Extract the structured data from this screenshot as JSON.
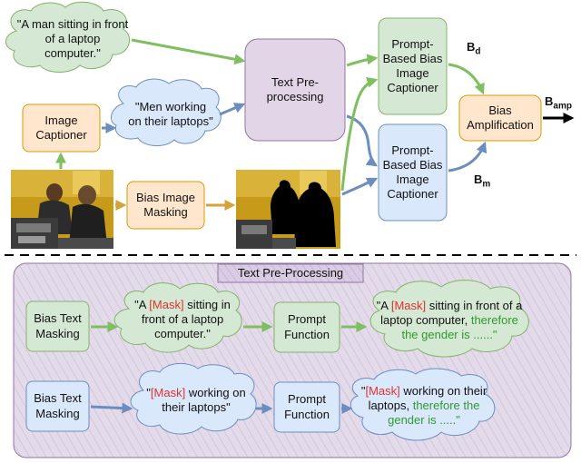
{
  "top": {
    "cloud_caption": "\"A man sitting in front of a laptop computer.\"",
    "cloud_men": "\"Men working on their laptops\"",
    "image_captioner": "Image Captioner",
    "bias_image_masking": "Bias Image Masking",
    "text_preprocessing": "Text Pre-processing",
    "prompt_captioner_1": "Prompt-Based Bias Image Captioner",
    "prompt_captioner_2": "Prompt-Based Bias Image Captioner",
    "bias_amplification": "Bias Amplification",
    "b_d": {
      "base": "B",
      "sub": "d"
    },
    "b_m": {
      "base": "B",
      "sub": "m"
    },
    "b_amp": {
      "base": "B",
      "sub": "amp"
    }
  },
  "panel": {
    "title": "Text Pre-Processing",
    "row1": {
      "masking": "Bias Text Masking",
      "cloud_pre": "\"A ",
      "mask": "[Mask]",
      "cloud_post": " sitting in front of a laptop computer.\"",
      "prompt": "Prompt Function",
      "out_pre": "\"A ",
      "out_mask": "[Mask]",
      "out_mid": " sitting in front of a laptop computer, ",
      "out_green": "therefore the gender is ......\""
    },
    "row2": {
      "masking": "Bias Text Masking",
      "cloud_pre": "\"",
      "mask": "[Mask]",
      "cloud_post": " working on their laptops\"",
      "prompt": "Prompt Function",
      "out_pre": "\"",
      "out_mask": "[Mask]",
      "out_mid": " working on their laptops, ",
      "out_green": "therefore the gender is .....\""
    }
  },
  "colors": {
    "green_arrow": "#7fbf5f",
    "blue_arrow": "#6c8ebf",
    "orange_arrow": "#d6a23a",
    "green_fill": "#d5e8d4",
    "blue_fill": "#dae8fc",
    "orange_fill": "#ffe6cc",
    "purple_fill": "#e1d5e7",
    "red_text": "#e0322f",
    "green_text": "#2f9a2f"
  }
}
